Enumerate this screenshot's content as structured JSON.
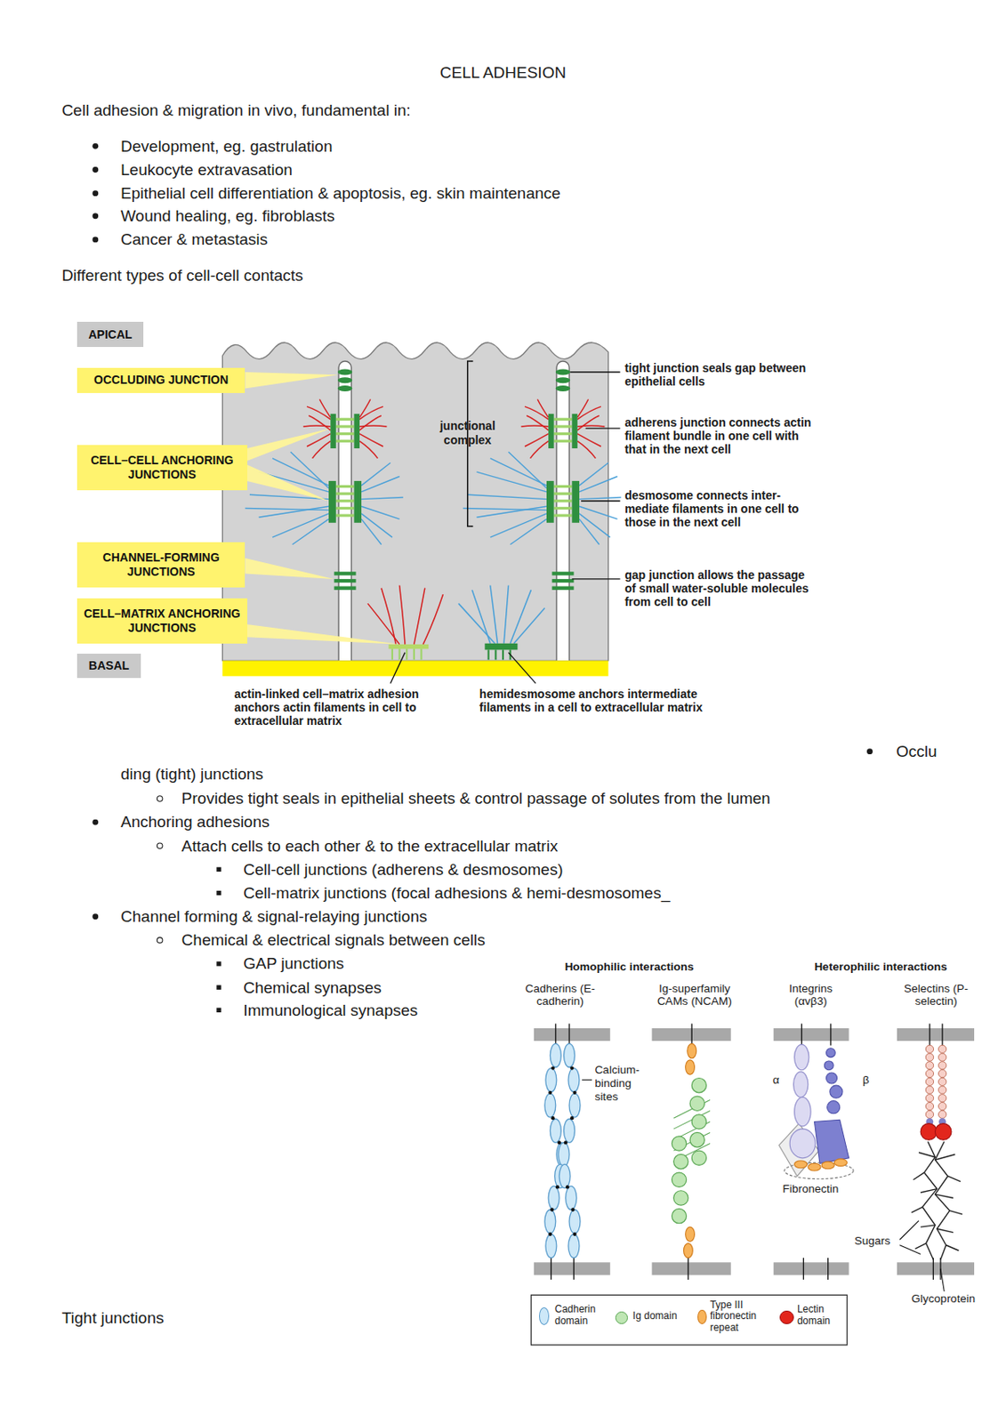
{
  "diagram": {
    "title": "CELL ADHESION",
    "nodes": [
      {
        "text": [
          "APICAL"
        ]
      },
      {
        "text": [
          "OCCLUDING JUNCTION"
        ]
      },
      {
        "text": [
          "CELL–CELL ANCHORING JUNCTIONS"
        ]
      },
      {
        "text": [
          "CHANNEL-FORMING JUNCTIONS"
        ]
      },
      {
        "text": [
          "CELL–MATRIX ANCHORING JUNCTIONS"
        ]
      },
      {
        "text": [
          "BASAL"
        ]
      }
    ],
    "labels": [
      "Cell adhesion & migration in vivo, fundamental in:",
      "Development, eg. gastrulation",
      "Leukocyte extravasation",
      "Epithelial cell differentiation & apoptosis, eg. skin maintenance",
      "Wound healing, eg. fibroblasts",
      "Cancer & metastasis",
      "Different types of cell-cell contacts",
      "junctional complex",
      "tight junction seals gap between epithelial cells",
      "adherens junction connects actin filament bundle in one cell with that in the next cell",
      "desmosome connects inter-mediate filaments in one cell to those in the next cell",
      "gap junction allows the passage of small water-soluble molecules from cell to cell",
      "actin-linked cell–matrix adhesion anchors actin filaments in cell to extracellular matrix",
      "hemidesmosome anchors intermediate filaments in a cell to extracellular matrix",
      "Occlu",
      "ding (tight) junctions",
      "Provides tight seals in epithelial sheets & control passage of solutes from the lumen",
      "Anchoring adhesions",
      "Attach cells to each other & to the extracellular matrix",
      "Cell-cell junctions (adherens & desmosomes)",
      "Cell-matrix junctions (focal adhesions & hemi-desmosomes_",
      "Channel forming & signal-relaying junctions",
      "Chemical & electrical signals between cells",
      "GAP junctions",
      "Chemical synapses",
      "Immunological synapses",
      "Homophilic interactions",
      "Heterophilic interactions",
      "Cadherins (E-cadherin)",
      "Ig-superfamily CAMs (NCAM)",
      "Integrins (αvβ3)",
      "Selectins (P-selectin)",
      "Calcium-binding sites",
      "α",
      "β",
      "Fibronectin",
      "Sugars",
      "Glycoprotein",
      "Tight junctions"
    ],
    "legend": [
      {
        "text": "Cadherin domain",
        "color": "#cde8f8"
      },
      {
        "text": "Ig domain",
        "color": "#bfe6b4"
      },
      {
        "text": "Type III fibronectin repeat",
        "color": "#f7b35a"
      },
      {
        "text": "Lectin domain",
        "color": "#e2261c"
      }
    ]
  }
}
